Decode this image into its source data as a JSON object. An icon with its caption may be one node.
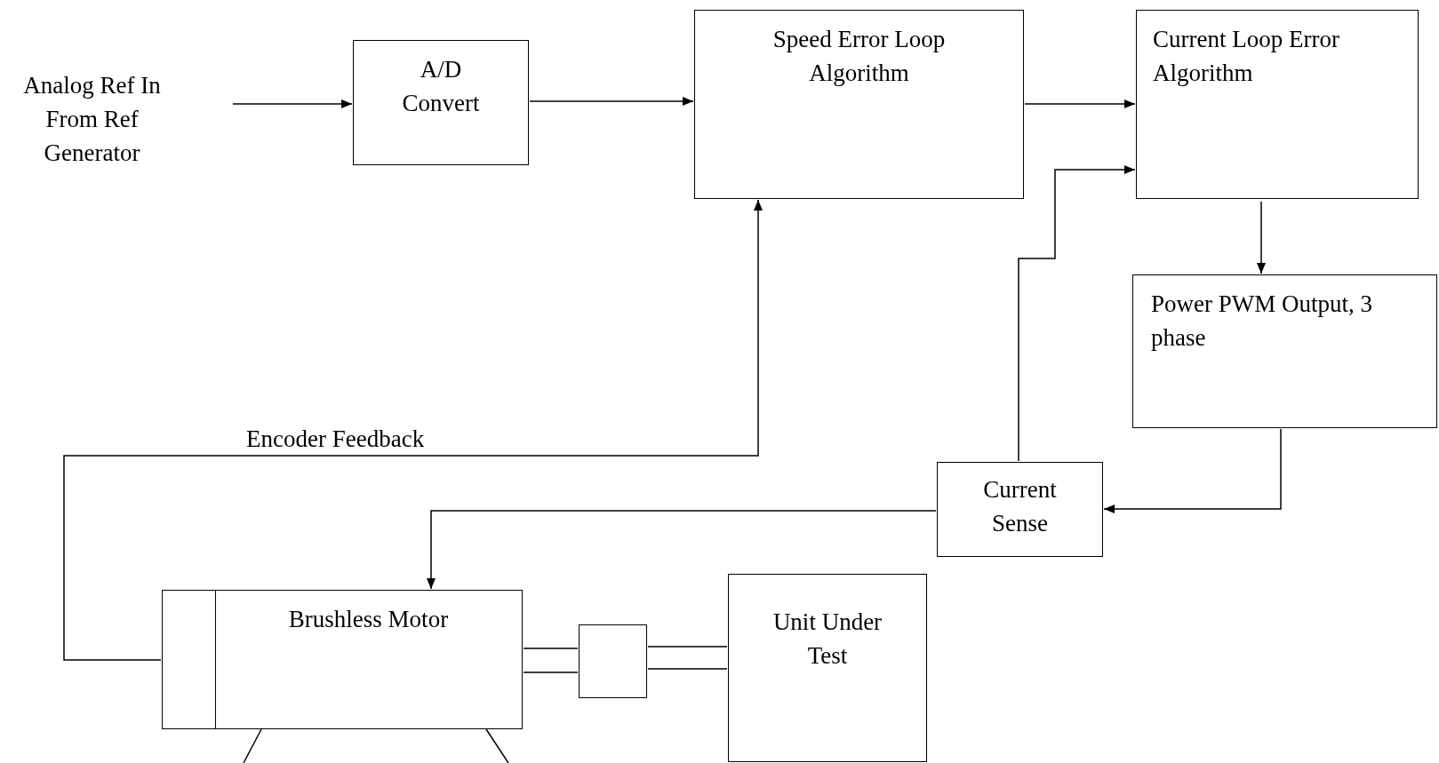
{
  "diagram": {
    "nodes": [
      {
        "text": [
          "Analog Ref In From Ref Generator"
        ]
      },
      {
        "text": [
          "A/D Convert"
        ]
      },
      {
        "text": [
          "Speed Error Loop Algorithm"
        ]
      },
      {
        "text": [
          "Current Loop Error Algorithm"
        ]
      },
      {
        "text": [
          "Power PWM Output, 3 phase"
        ]
      },
      {
        "text": [
          "Current Sense"
        ]
      },
      {
        "text": [
          "Brushless Motor"
        ]
      },
      {
        "text": [],
        "shape": "box"
      },
      {
        "text": [
          "Unit Under Test"
        ]
      }
    ],
    "edges": [
      {
        "from": 0,
        "to": 1,
        "arrow": "to"
      },
      {
        "from": 1,
        "to": 2,
        "arrow": "to"
      },
      {
        "from": 2,
        "to": 3,
        "arrow": "to"
      },
      {
        "from": 3,
        "to": 4,
        "arrow": "to"
      },
      {
        "from": 4,
        "to": 5,
        "arrow": "to"
      },
      {
        "from": 5,
        "to": 3,
        "arrow": "to"
      },
      {
        "from": 5,
        "to": 6,
        "arrow": "to"
      },
      {
        "from": 6,
        "to": 2,
        "arrow": "to",
        "label": "Encoder Feedback"
      },
      {
        "from": 6,
        "to": 7,
        "arrow": "none"
      },
      {
        "from": 7,
        "to": 8,
        "arrow": "none"
      }
    ]
  }
}
